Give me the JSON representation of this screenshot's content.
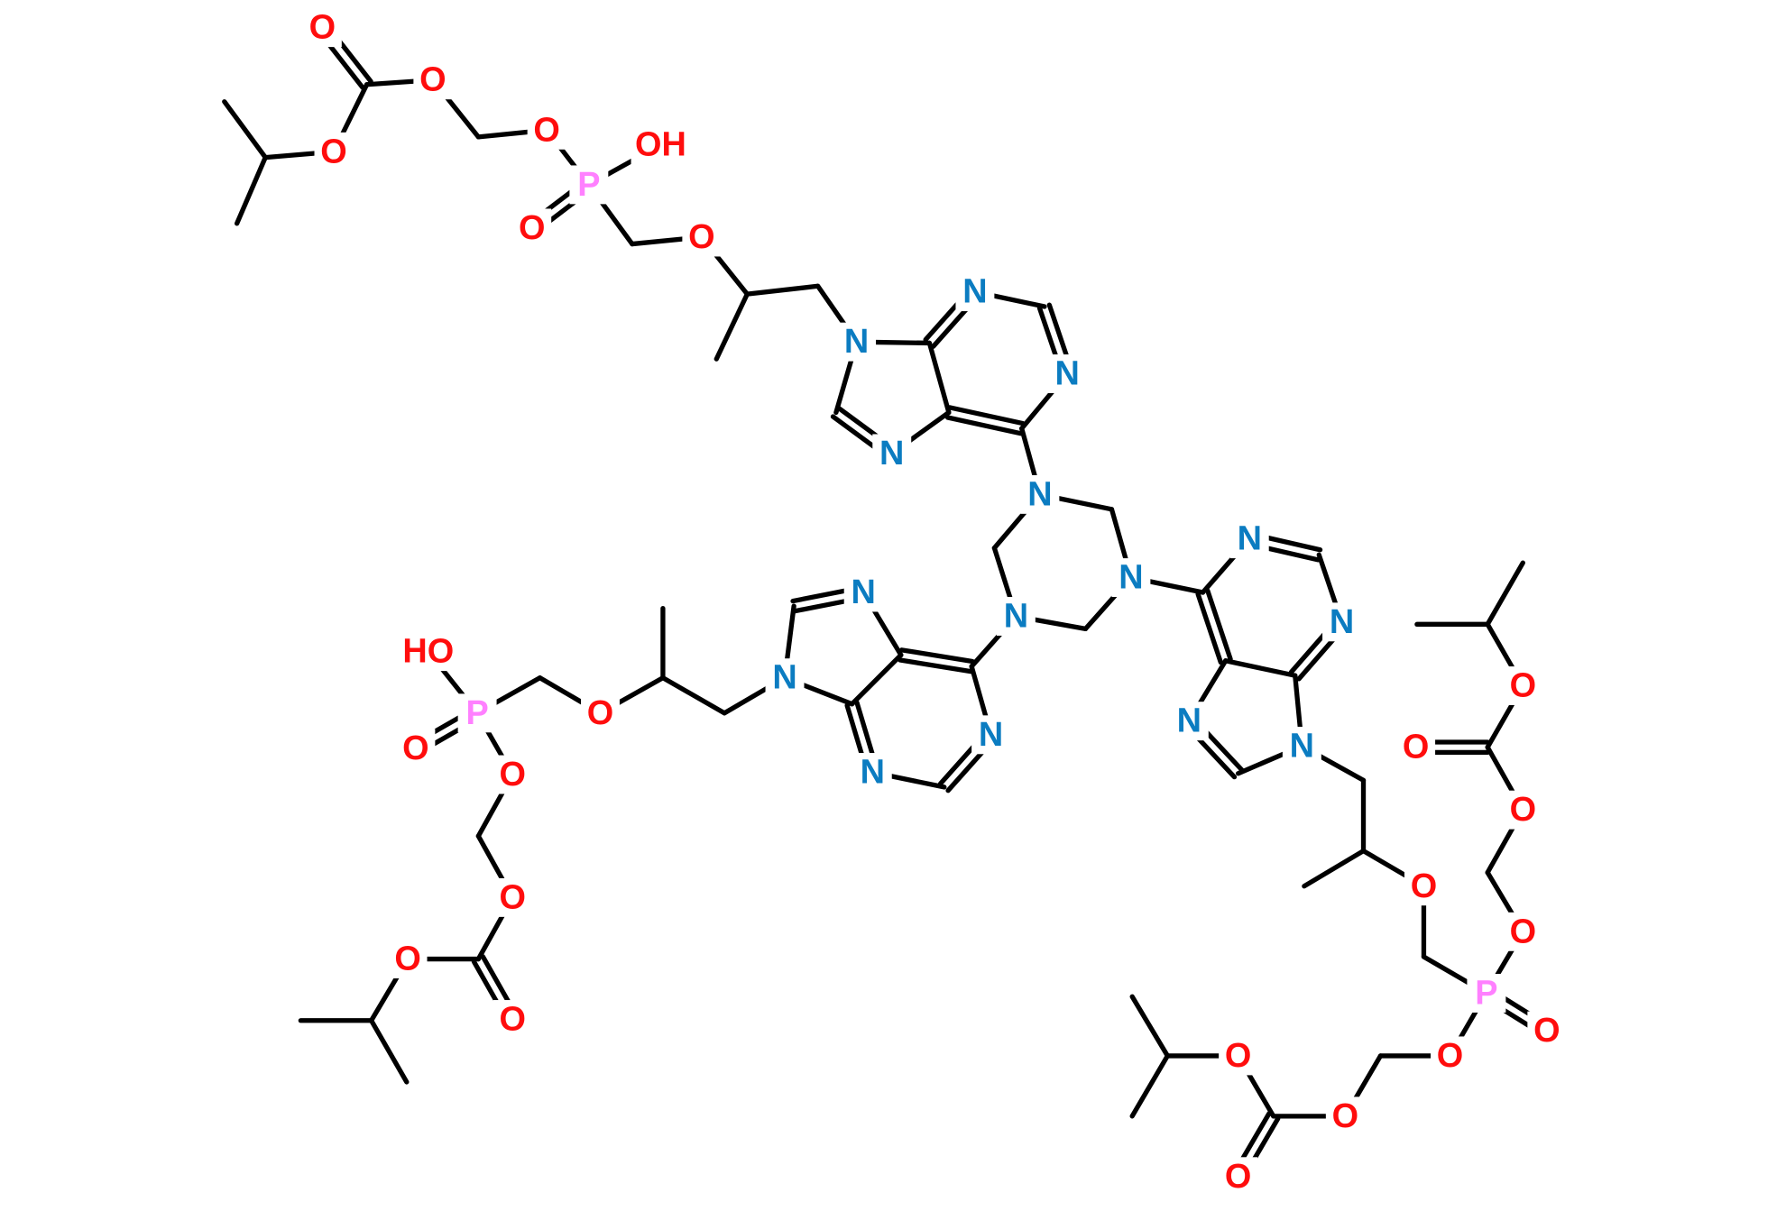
{
  "title": "Tris-purinyl triazinane tenofovir disoproxil impurity structure",
  "element_colors": {
    "O": "#FF0D0D",
    "N": "#0B7CC1",
    "P": "#FF80FF",
    "C": "#000000"
  },
  "atom_labels": [
    "O",
    "O",
    "O",
    "O",
    "P",
    "OH",
    "O",
    "O",
    "N",
    "N",
    "N",
    "N",
    "N",
    "N",
    "N",
    "N",
    "N",
    "N",
    "N",
    "O",
    "P",
    "O",
    "O",
    "O",
    "O",
    "O",
    "O",
    "O",
    "O",
    "O",
    "N",
    "N",
    "N",
    "N",
    "O",
    "P",
    "HO",
    "O",
    "O",
    "O",
    "O",
    "O"
  ]
}
